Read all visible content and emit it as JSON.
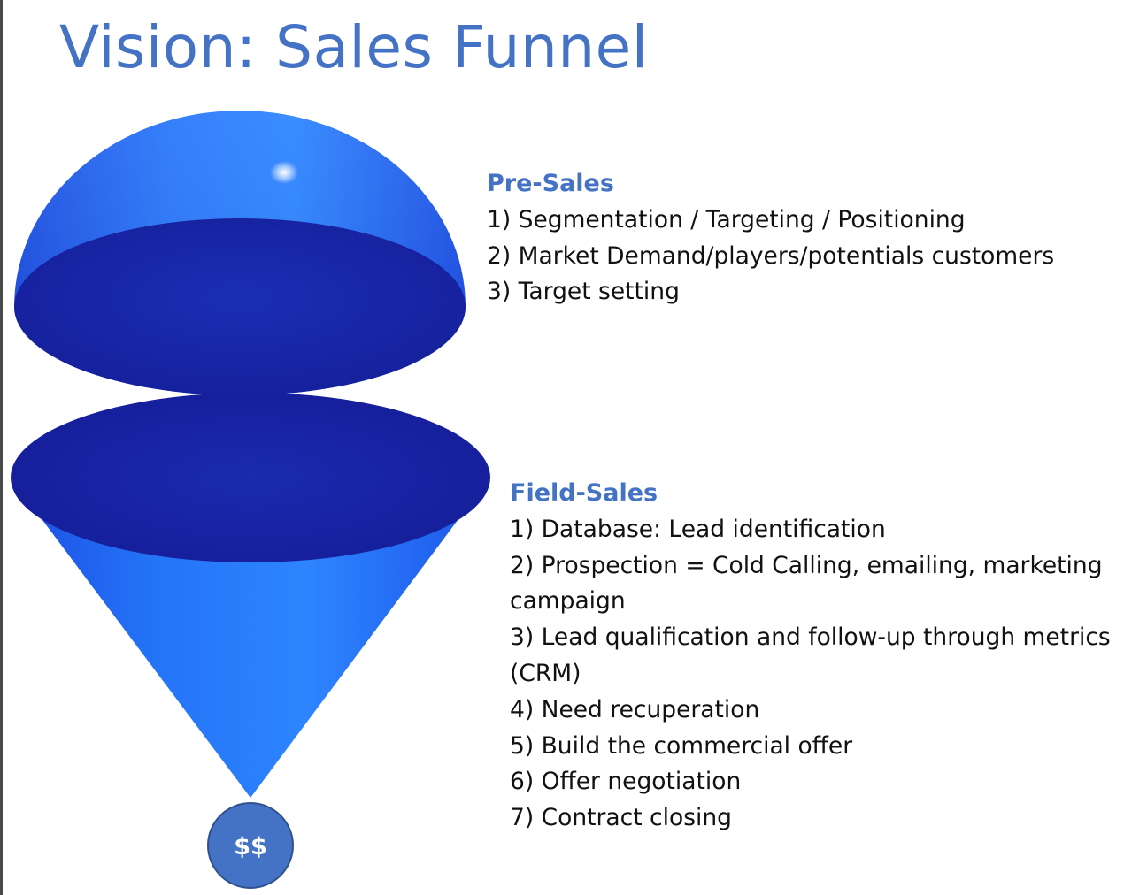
{
  "slide": {
    "title": "Vision: Sales Funnel"
  },
  "diagram": {
    "outcome_label": "$$",
    "colors": {
      "title": "#4472c4",
      "funnel_light": "#2e86ff",
      "funnel_mid": "#1f58f0",
      "funnel_dark": "#1a26a8",
      "outcome_circle": "#4472c4"
    }
  },
  "pre_sales": {
    "heading": "Pre-Sales",
    "items": [
      "1) Segmentation / Targeting / Positioning",
      "2) Market Demand/players/potentials customers",
      "3) Target setting"
    ]
  },
  "field_sales": {
    "heading": "Field-Sales",
    "items": [
      "1) Database: Lead identification",
      "2) Prospection = Cold Calling, emailing, marketing campaign",
      "3) Lead qualification and follow-up through metrics (CRM)",
      "4) Need recuperation",
      "5) Build the commercial offer",
      "6) Offer negotiation",
      "7) Contract closing"
    ]
  }
}
